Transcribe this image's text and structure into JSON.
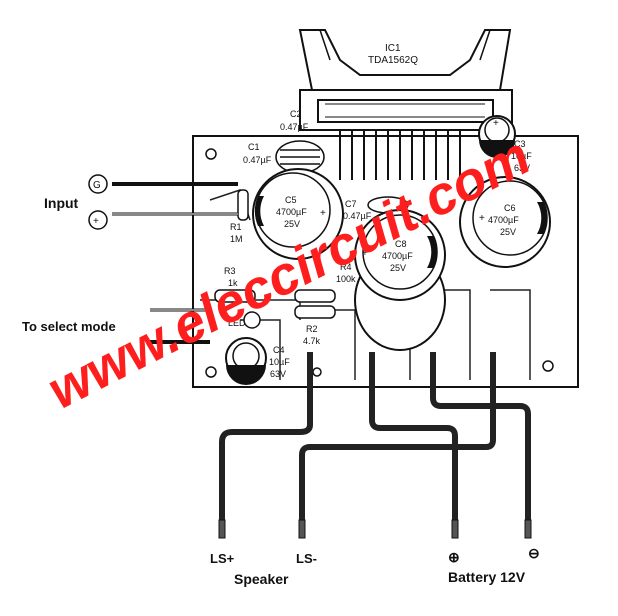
{
  "ic": {
    "ref": "IC1",
    "part": "TDA1562Q"
  },
  "components": {
    "c1": {
      "ref": "C1",
      "value": "0.47µF"
    },
    "c2": {
      "ref": "C2",
      "value": "0.47µF"
    },
    "c3": {
      "ref": "C3",
      "value": "10µF",
      "voltage": "63V"
    },
    "c4": {
      "ref": "C4",
      "value": "10µF",
      "voltage": "63V"
    },
    "c5": {
      "ref": "C5",
      "value": "4700µF",
      "voltage": "25V"
    },
    "c6": {
      "ref": "C6",
      "value": "4700µF",
      "voltage": "25V"
    },
    "c7": {
      "ref": "C7",
      "value": "0.47µF"
    },
    "c8": {
      "ref": "C8",
      "value": "4700µF",
      "voltage": "25V"
    },
    "r1": {
      "ref": "R1",
      "value": "1M"
    },
    "r2": {
      "ref": "R2",
      "value": "4.7k"
    },
    "r3": {
      "ref": "R3",
      "value": "1k"
    },
    "r4": {
      "ref": "R4",
      "value": "100k"
    },
    "led": {
      "ref": "LED"
    }
  },
  "labels": {
    "input": "Input",
    "ground_symbol": "G",
    "plus_symbol": "+",
    "select_mode": "To select mode",
    "ls_plus": "LS+",
    "ls_minus": "LS-",
    "speaker": "Speaker",
    "battery_plus": "⊕",
    "battery_minus": "⊖",
    "battery": "Battery 12V",
    "polarity_plus": "+"
  },
  "watermark": "www.eleccircuit.com",
  "colors": {
    "ink": "#111111",
    "board": "#ffffff",
    "watermark": "#ff1e1e",
    "trace": "#222222"
  }
}
